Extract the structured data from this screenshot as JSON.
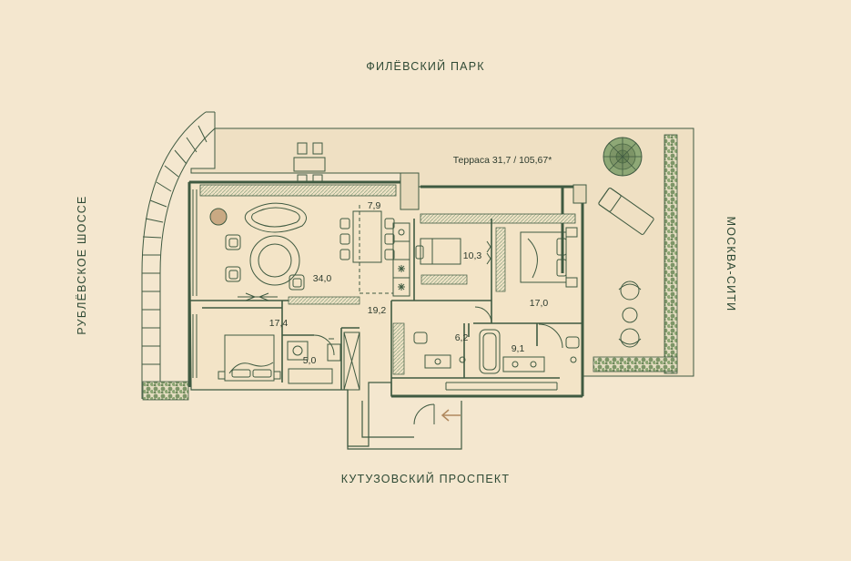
{
  "streets": {
    "top": "ФИЛЁВСКИЙ ПАРК",
    "bottom": "КУТУЗОВСКИЙ ПРОСПЕКТ",
    "left": "РУБЛЁВСКОЕ ШОССЕ",
    "right": "МОСКВА-СИТИ"
  },
  "terrace": "Терраса 31,7 / 105,67*",
  "rooms": {
    "kitchen": "7,9",
    "living": "34,0",
    "hall": "19,2",
    "bedroom_left": "17,4",
    "bath_left": "5,0",
    "wardrobe": "10,3",
    "bedroom_right": "17,0",
    "wc": "6,2",
    "bath_right": "9,1"
  },
  "colors": {
    "background": "#f4e7cf",
    "wall": "#3f5a41",
    "plant": "#6f8a5c",
    "text": "#2d3b2e"
  }
}
